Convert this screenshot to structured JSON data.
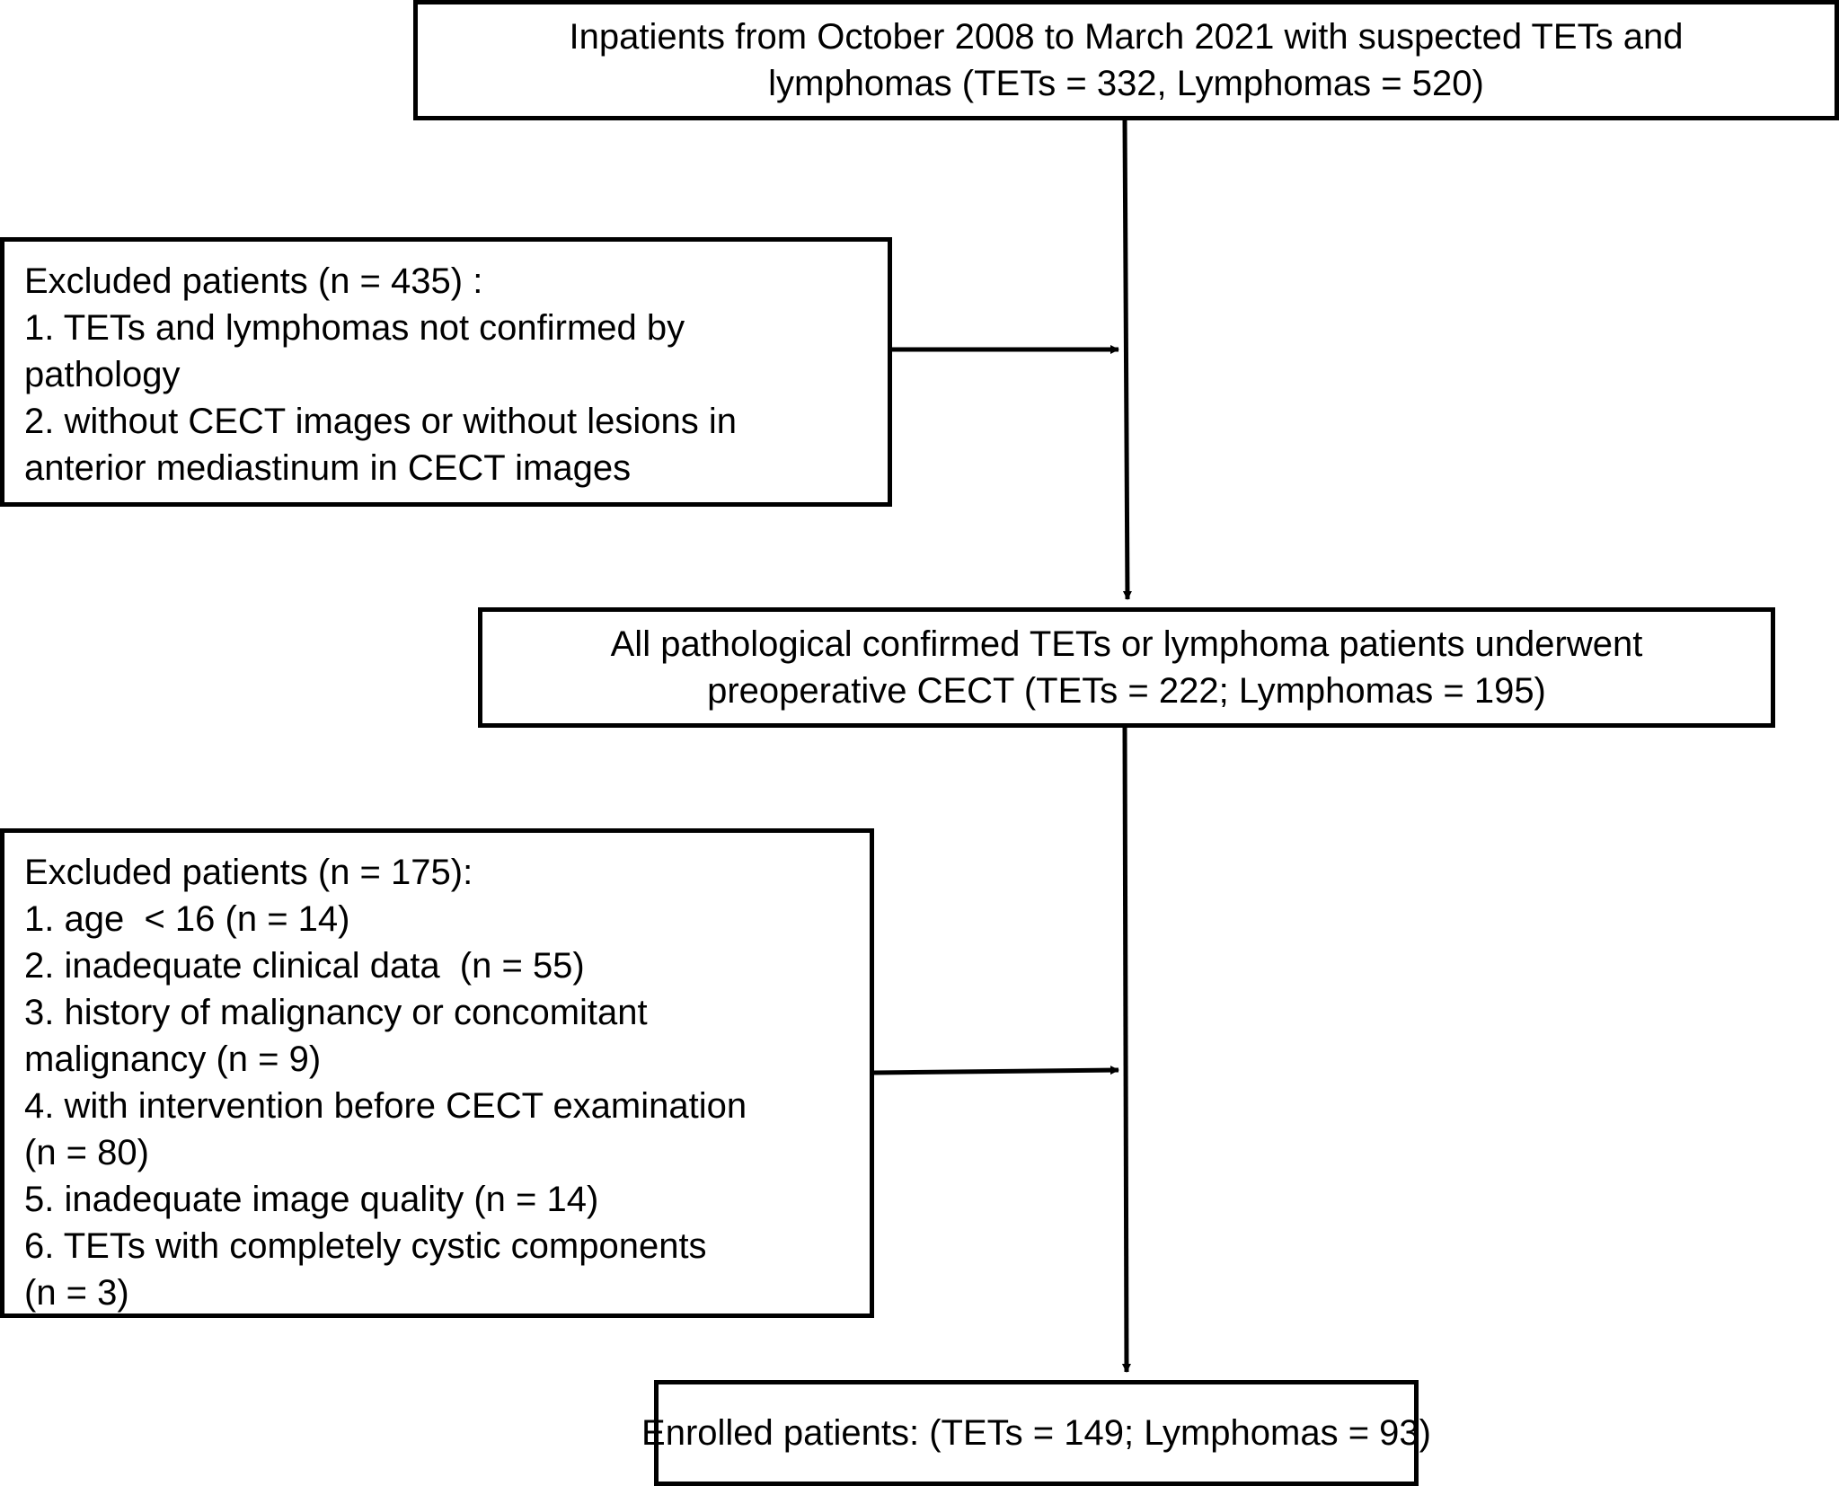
{
  "flowchart": {
    "inpatients_box": {
      "lines": [
        "Inpatients from October 2008 to March 2021 with suspected TETs and",
        "lymphomas (TETs = 332, Lymphomas = 520)"
      ]
    },
    "exclusion_box_1": {
      "lines": [
        "Excluded patients (n = 435) :",
        "1. TETs and lymphomas not confirmed by",
        "pathology",
        "2. without CECT images or without lesions in",
        "anterior mediastinum in CECT images"
      ]
    },
    "confirmed_box": {
      "lines": [
        "All pathological confirmed TETs or lymphoma patients underwent",
        "preoperative CECT (TETs = 222; Lymphomas = 195)"
      ]
    },
    "exclusion_box_2": {
      "lines": [
        "Excluded patients (n = 175):",
        "1. age  < 16 (n = 14)",
        "2. inadequate clinical data  (n = 55)",
        "3. history of malignancy or concomitant",
        "malignancy (n = 9)",
        "4. with intervention before CECT examination",
        "(n = 80)",
        "5. inadequate image quality (n = 14)",
        "6. TETs with completely cystic components",
        "(n = 3)"
      ]
    },
    "enrolled_box": {
      "lines": [
        "Enrolled patients: (TETs = 149; Lymphomas = 93)"
      ]
    }
  }
}
